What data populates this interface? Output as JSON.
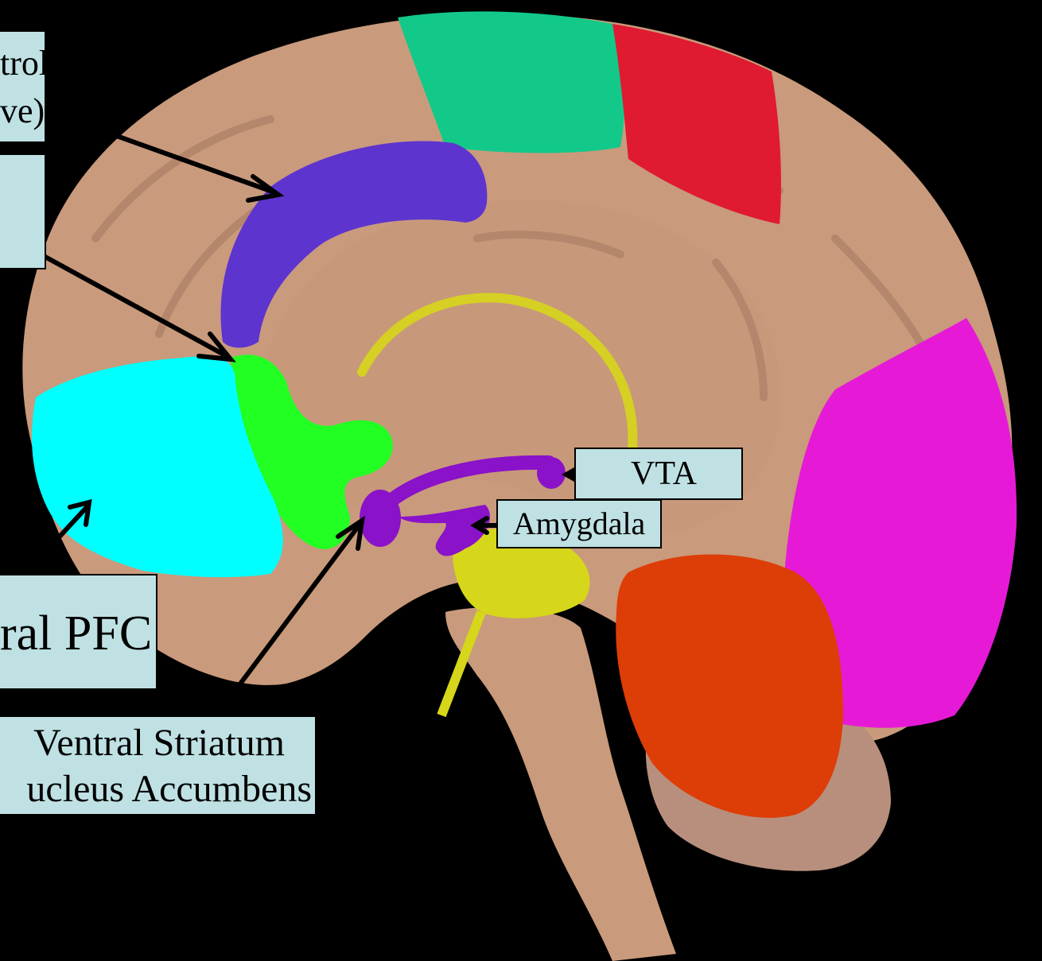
{
  "colors": {
    "background": "#000000",
    "label_fill": "#bfe1e3",
    "brain_tissue": "#c99a7c",
    "anterior_cingulate": "#5e34cf",
    "orbitofrontal": "#22ff22",
    "ventromedial_pfc": "#00ffff",
    "dopamine_pathway": "#8a12c9",
    "limbic_structures": "#d6d61a",
    "motor_region": "#13c98a",
    "parietal_region": "#e01a30",
    "occipital_region": "#e61ad6",
    "cerebellum": "#dd3d06"
  },
  "labels": {
    "top_left": {
      "line1": "trol",
      "line2": "ve)"
    },
    "ventral_pfc": "ral PFC",
    "vta": "VTA",
    "amygdala": "Amygdala",
    "ventral_striatum": {
      "line1": "Ventral Striatum",
      "line2": "ucleus Accumbens"
    }
  }
}
